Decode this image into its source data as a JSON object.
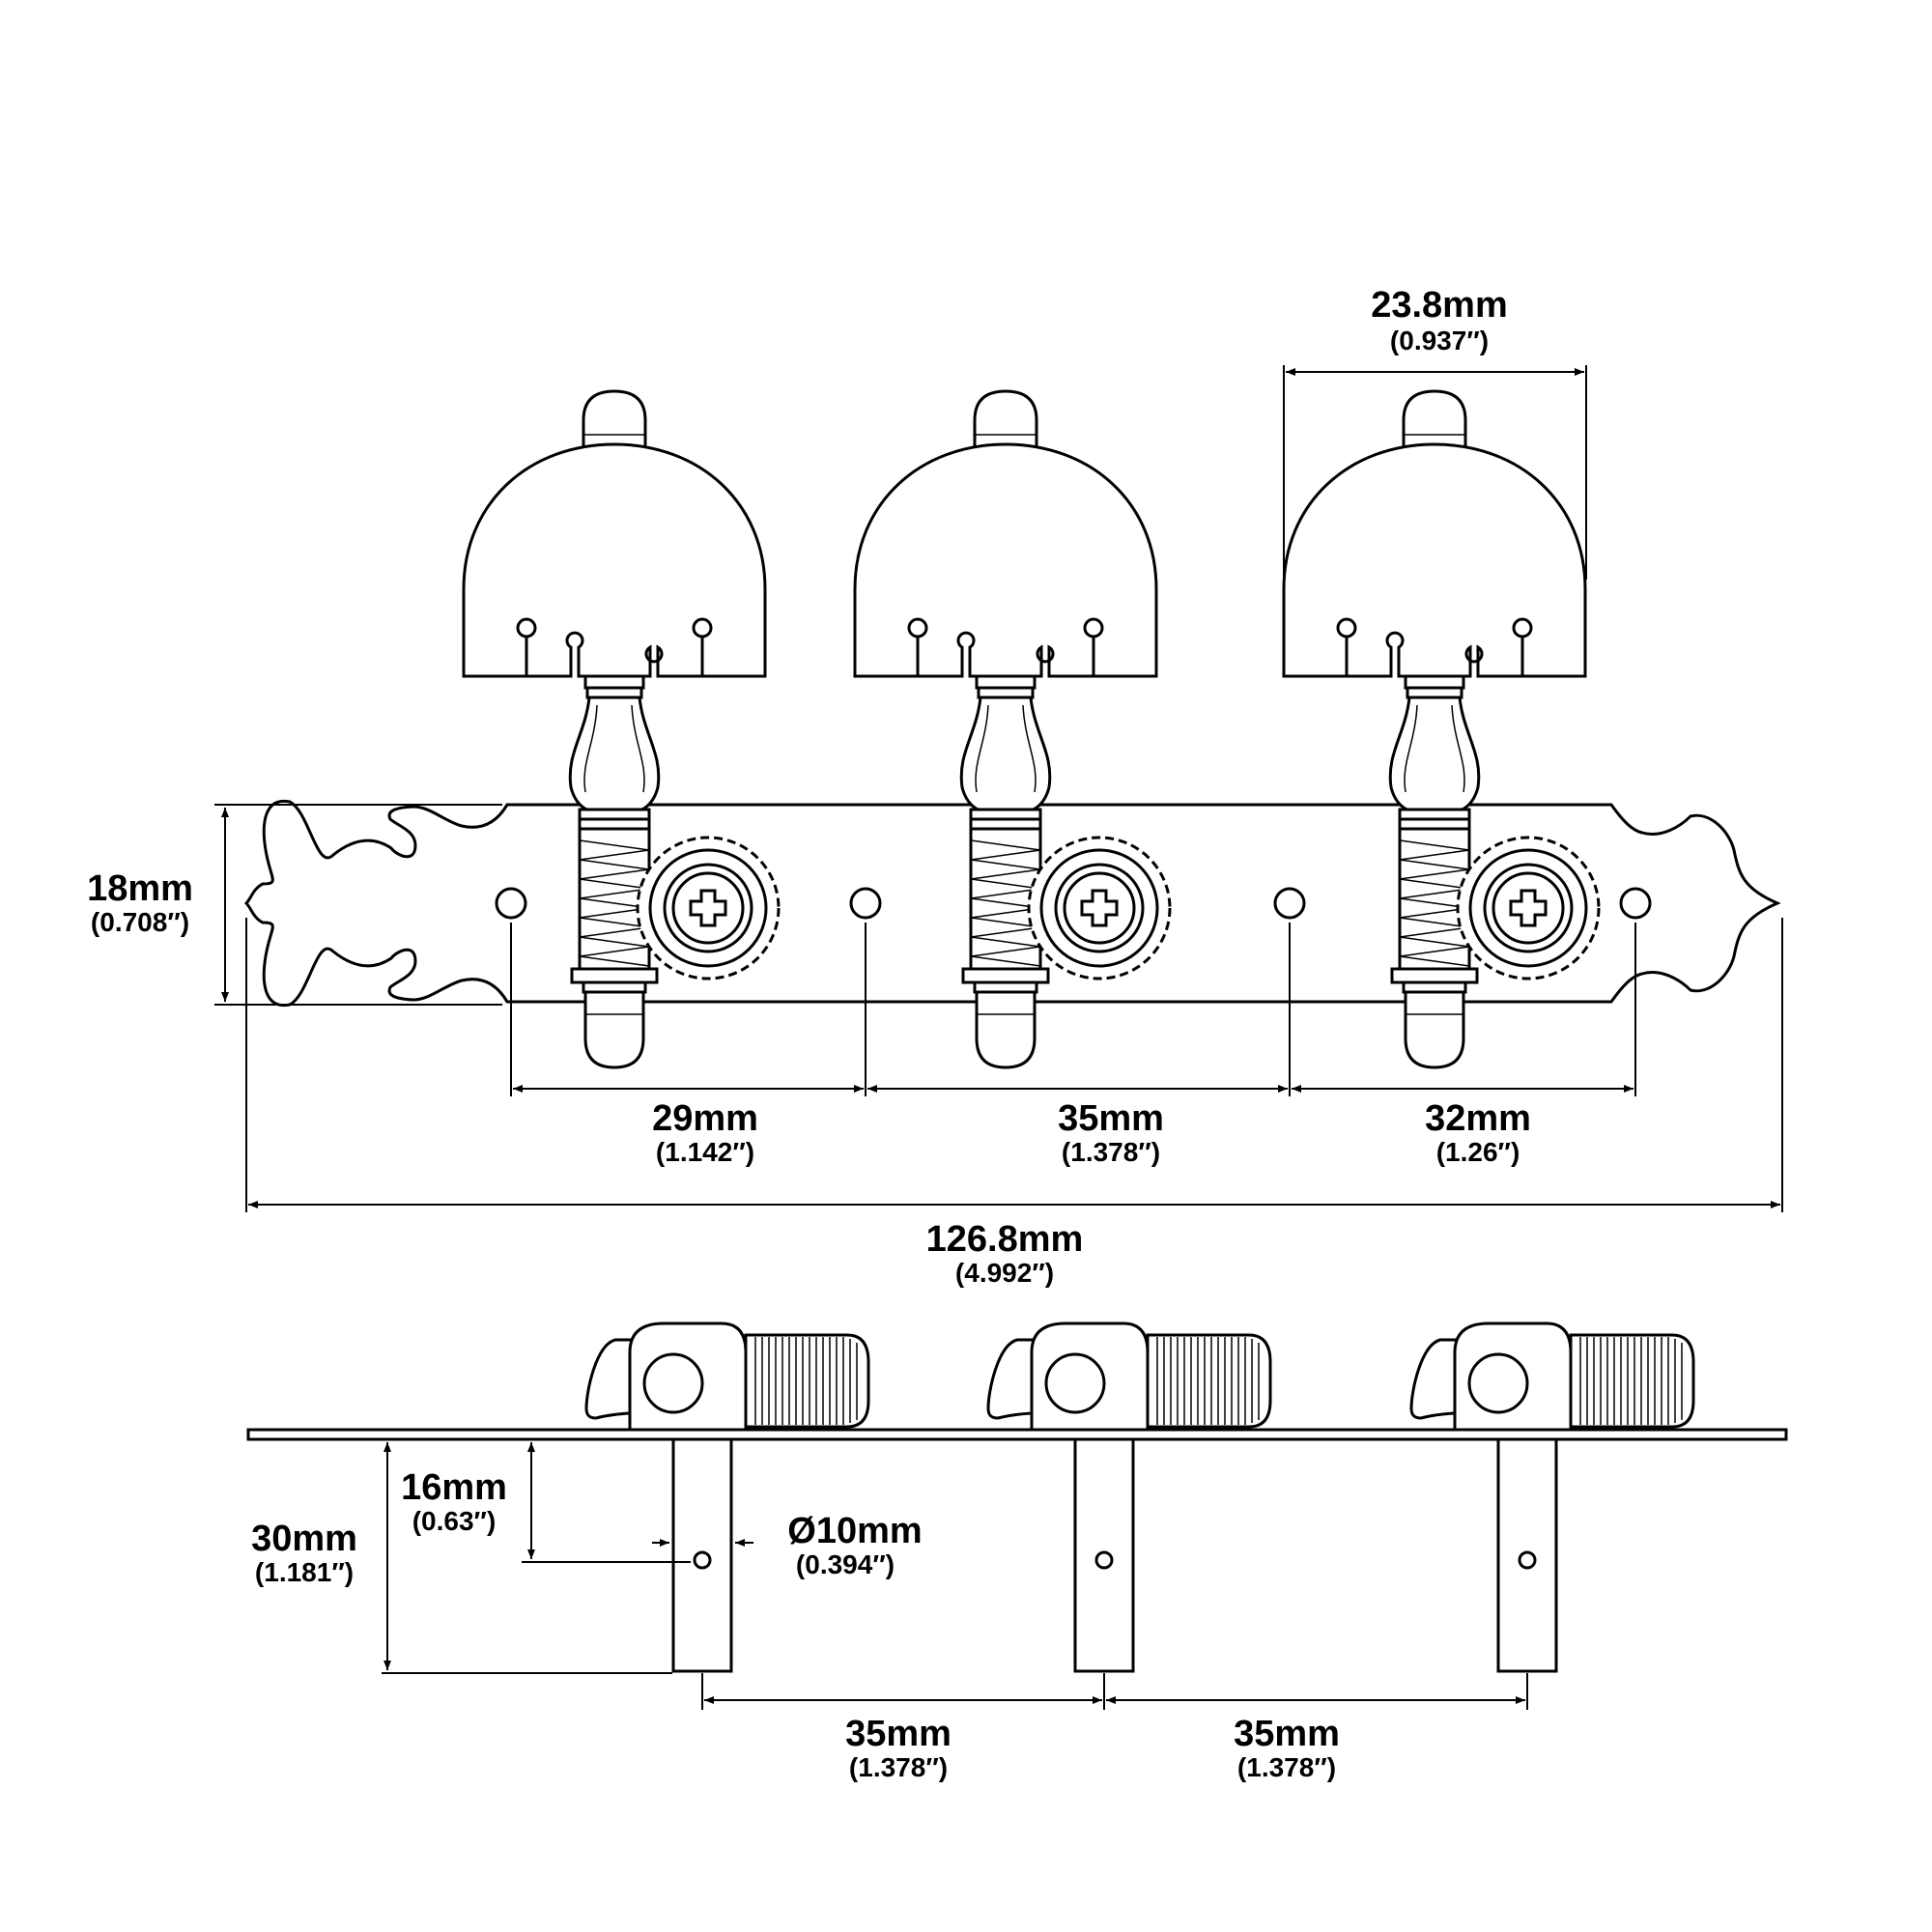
{
  "dimensions": {
    "button_width": {
      "mm": "23.8mm",
      "inch": "(0.937″)"
    },
    "plate_height": {
      "mm": "18mm",
      "inch": "(0.708″)"
    },
    "gap_1": {
      "mm": "29mm",
      "inch": "(1.142″)"
    },
    "gap_2": {
      "mm": "35mm",
      "inch": "(1.378″)"
    },
    "gap_3": {
      "mm": "32mm",
      "inch": "(1.26″)"
    },
    "total_length": {
      "mm": "126.8mm",
      "inch": "(4.992″)"
    },
    "post_length": {
      "mm": "30mm",
      "inch": "(1.181″)"
    },
    "hole_height": {
      "mm": "16mm",
      "inch": "(0.63″)"
    },
    "post_diameter": {
      "mm": "Ø10mm",
      "inch": "(0.394″)"
    },
    "post_spacing_1": {
      "mm": "35mm",
      "inch": "(1.378″)"
    },
    "post_spacing_2": {
      "mm": "35mm",
      "inch": "(1.378″)"
    }
  }
}
